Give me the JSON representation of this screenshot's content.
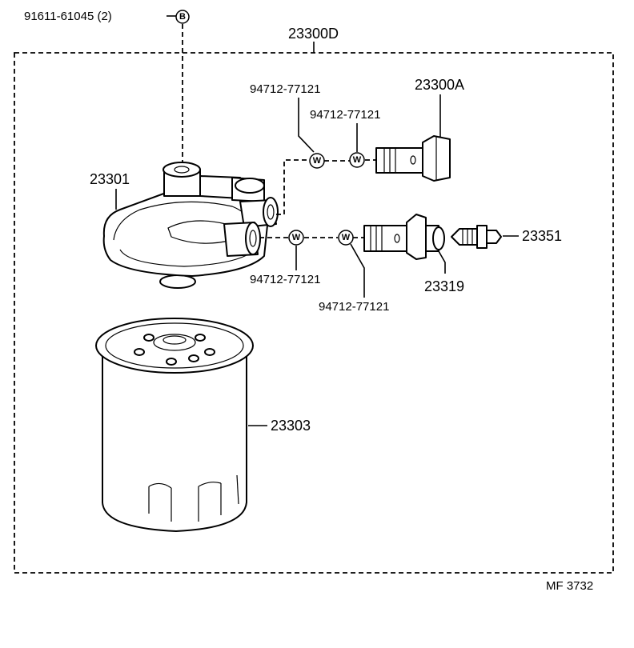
{
  "diagram": {
    "kit_code": "23300D",
    "labels": {
      "bolt": "91611-61045 (2)",
      "bolt_marker": "B",
      "bracket": "23301",
      "union_bolt": "23300A",
      "gasket_upper_1": "94712-77121",
      "gasket_upper_2": "94712-77121",
      "gasket_lower_1": "94712-77121",
      "gasket_lower_2": "94712-77121",
      "gasket_marker": "W",
      "sensor": "23319",
      "bleeder_plug": "23351",
      "filter_element": "23303"
    },
    "footer_code": "MF  3732"
  }
}
